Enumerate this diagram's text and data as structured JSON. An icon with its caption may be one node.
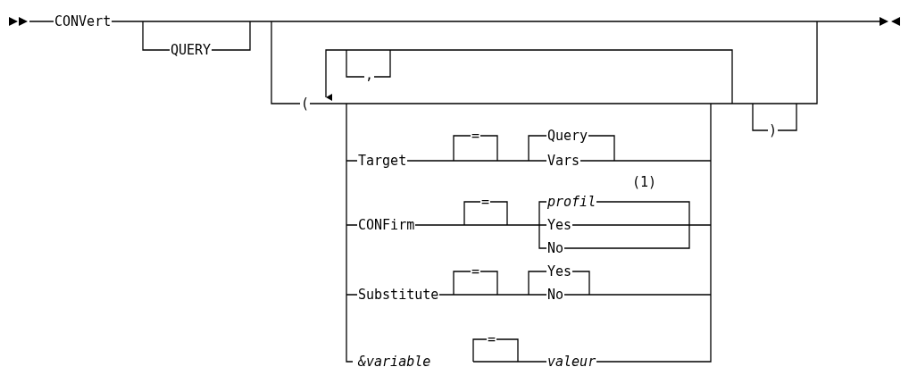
{
  "diagram": {
    "labels": [
      "CONVert",
      "QUERY",
      ",",
      "(",
      ")",
      "Target",
      "=",
      "Query",
      "Vars",
      "(1)",
      "CONFirm",
      "=",
      "profil",
      "Yes",
      "No",
      "Substitute",
      "=",
      "Yes",
      "No",
      "&variable",
      "=",
      "valeur"
    ]
  }
}
